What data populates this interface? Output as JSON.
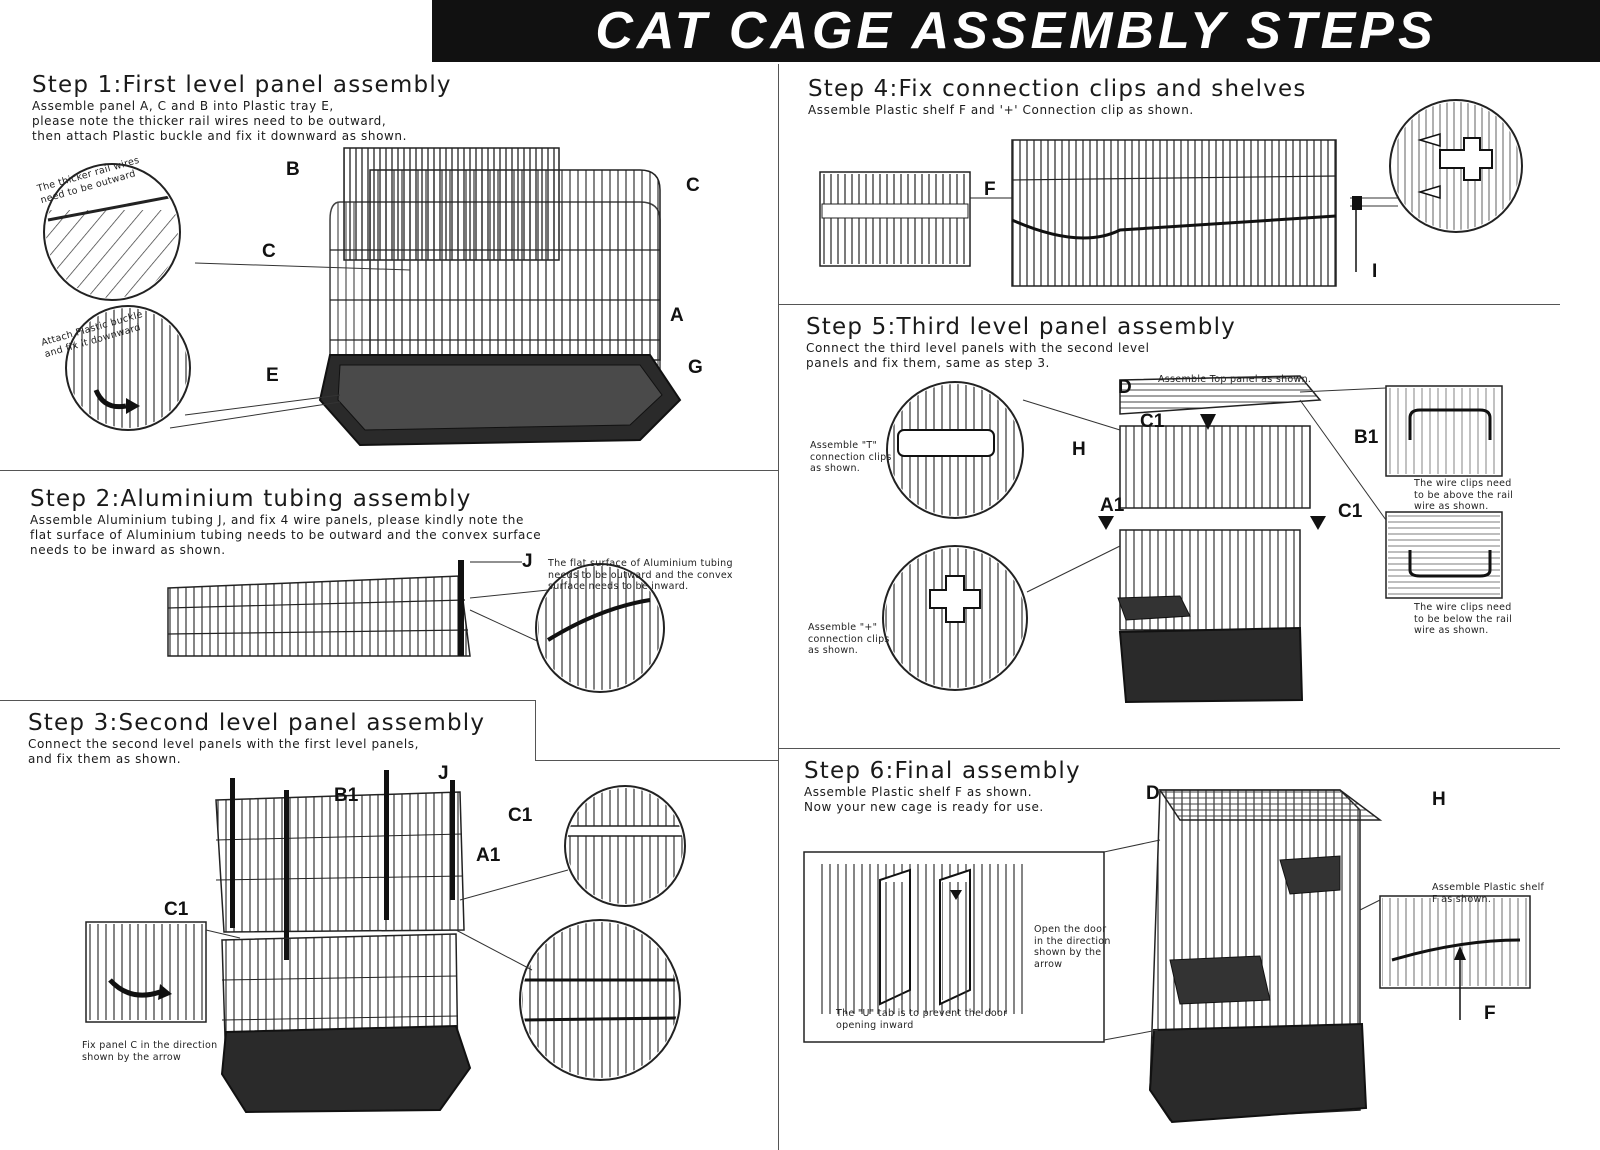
{
  "header": {
    "title": "CAT CAGE ASSEMBLY STEPS"
  },
  "steps": [
    {
      "title": "Step 1:First level panel assembly",
      "desc": [
        "Assemble panel A, C and B into Plastic tray E,",
        "please note the thicker rail wires need to be outward,",
        "then attach Plastic buckle and fix it downward  as shown."
      ]
    },
    {
      "title": "Step 2:Aluminium tubing assembly",
      "desc": [
        "Assemble Aluminium tubing J, and fix 4 wire panels, please kindly note the",
        "flat surface of Aluminium tubing needs to be outward and the convex surface",
        "needs to be inward as shown."
      ]
    },
    {
      "title": "Step 3:Second level panel assembly",
      "desc": [
        "Connect the second level panels with the first level panels,",
        "and fix them as shown."
      ]
    },
    {
      "title": "Step 4:Fix connection clips and shelves",
      "desc": [
        "Assemble Plastic shelf F and '+' Connection clip as shown."
      ]
    },
    {
      "title": "Step 5:Third level panel assembly",
      "desc": [
        "Connect the third level panels with the second level",
        "panels and fix them, same as step 3."
      ]
    },
    {
      "title": "Step 6:Final assembly",
      "desc": [
        "Assemble Plastic shelf F as shown.",
        "Now your new cage is ready for use."
      ]
    }
  ],
  "notes": {
    "thicker_rail": "The thicker rail wires need to be outward",
    "attach_buckle": "Attach Plastic buckle and fix it downward",
    "flat_surface": [
      "The flat surface of Aluminium tubing",
      "needs to be outward and the convex",
      "surface needs to be inward."
    ],
    "fix_panel_c": [
      "Fix panel C in the direction",
      "shown by the arrow"
    ],
    "top_panel": "Assemble Top panel as shown.",
    "t_clip": [
      "Assemble \"T\"",
      "connection clips",
      "as shown."
    ],
    "plus_clip": [
      "Assemble \"+\"",
      "connection clips",
      "as shown."
    ],
    "above_rail": [
      "The wire clips need",
      "to be above the rail",
      "wire as shown."
    ],
    "below_rail": [
      "The wire clips need",
      "to be below the rail",
      "wire as shown."
    ],
    "open_door": [
      "Open the door",
      "in the direction",
      "shown by the",
      "arrow"
    ],
    "u_tab": [
      "The \"U\" tab is to prevent the door",
      "opening inward"
    ],
    "shelf_f": [
      "Assemble Plastic shelf",
      "F as shown."
    ]
  },
  "part_labels": {
    "A": "A",
    "B": "B",
    "C": "C",
    "D": "D",
    "E": "E",
    "F": "F",
    "G": "G",
    "H": "H",
    "I": "I",
    "J": "J",
    "A1": "A1",
    "B1": "B1",
    "C1": "C1"
  }
}
